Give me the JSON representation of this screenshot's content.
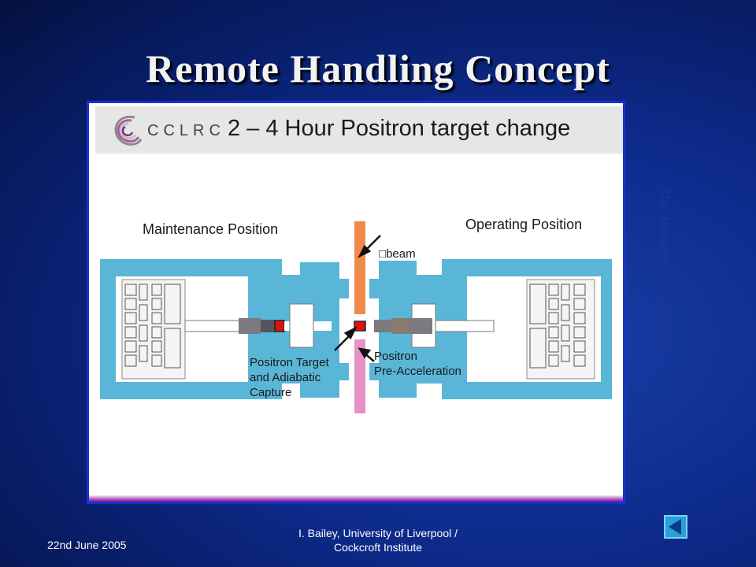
{
  "slide": {
    "title": "Remote Handling Concept",
    "side_credit": "Tim Broome, CCLRC RAL"
  },
  "panel": {
    "logo_text": "CCLRC",
    "title": "2 – 4 Hour Positron target change",
    "labels": {
      "maintenance": "Maintenance Position",
      "operating": "Operating Position",
      "beam": "beam",
      "target_line1": "Positron Target",
      "target_line2": "and Adiabatic",
      "target_line3": "Capture",
      "preacc_line1": "Positron",
      "preacc_line2": "Pre-Acceleration"
    }
  },
  "footer": {
    "date": "22nd June 2005",
    "credit_line1": "I. Bailey, University of Liverpool /",
    "credit_line2": "Cockcroft Institute"
  },
  "icons": {
    "nav": "back-arrow-icon",
    "logo": "cclrc-swirl-icon"
  },
  "colors": {
    "background": "#0d2a8a",
    "cave": "#5ab6d6",
    "beam_upper": "#f08a4a",
    "beam_lower": "#e890c8",
    "target": "#e01010"
  }
}
